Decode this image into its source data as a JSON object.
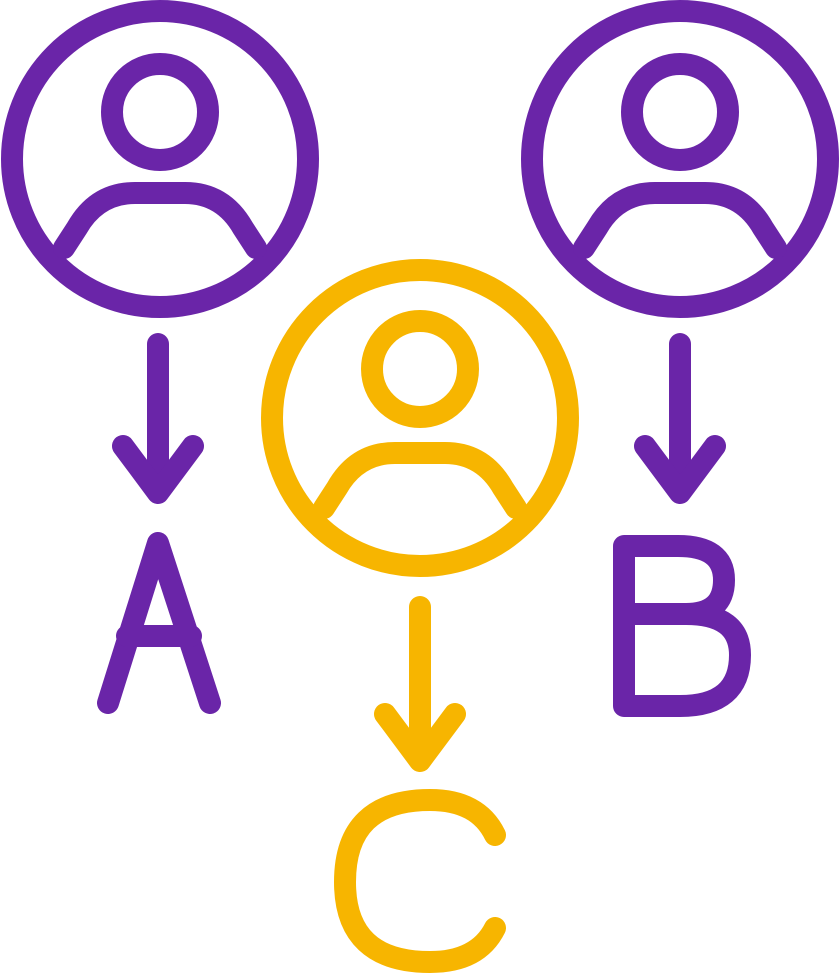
{
  "colors": {
    "purple": "#6A25A8",
    "orange": "#F7B500",
    "background": "#FFFFFF"
  },
  "people": [
    {
      "name": "person-a",
      "icon": "user-icon",
      "color": "purple",
      "letter": "A"
    },
    {
      "name": "person-b",
      "icon": "user-icon",
      "color": "purple",
      "letter": "B"
    },
    {
      "name": "person-c",
      "icon": "user-icon",
      "color": "orange",
      "letter": "C"
    }
  ],
  "arrows": [
    {
      "icon": "arrow-down-icon",
      "color": "purple",
      "target": "A"
    },
    {
      "icon": "arrow-down-icon",
      "color": "purple",
      "target": "B"
    },
    {
      "icon": "arrow-down-icon",
      "color": "orange",
      "target": "C"
    }
  ]
}
